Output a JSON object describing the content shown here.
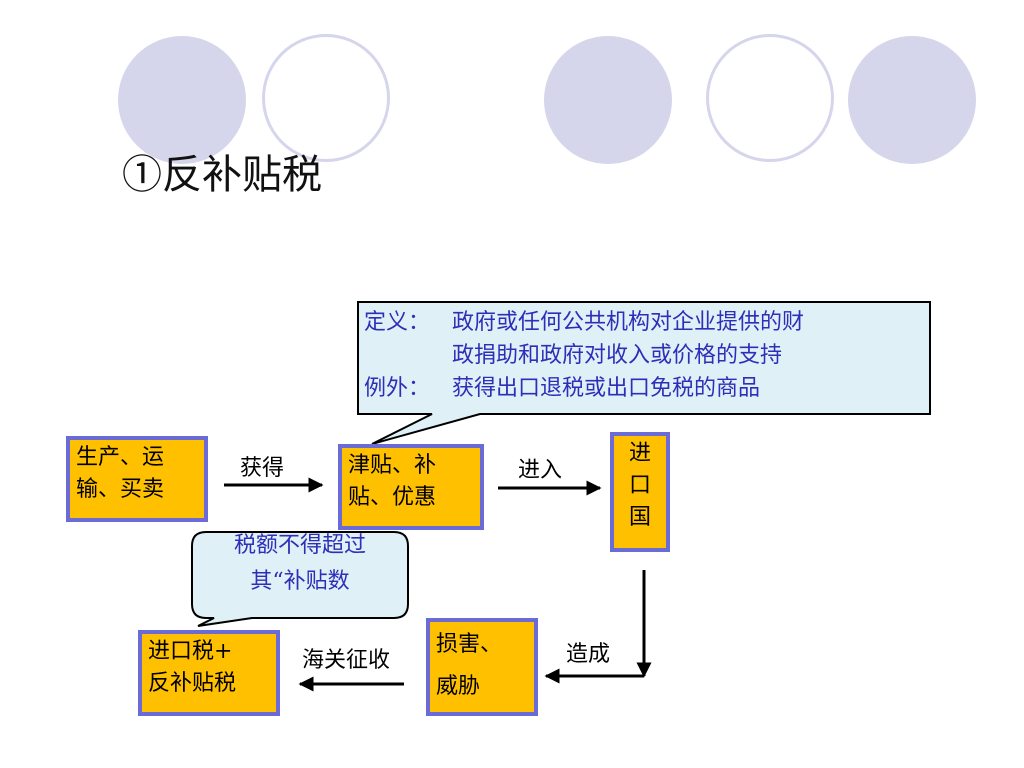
{
  "title": "①反补贴税",
  "decorations": [
    "filled-circle",
    "ring-circle",
    "filled-circle",
    "ring-circle",
    "filled-circle"
  ],
  "nodes": {
    "production": {
      "line1": "生产、运",
      "line2": "输、买卖"
    },
    "subsidy": {
      "line1": "津贴、补",
      "line2": "贴、优惠"
    },
    "importing_country": {
      "line1": "进",
      "line2": "口",
      "line3": "国"
    },
    "damage": {
      "line1": "损害、",
      "line2": "威胁"
    },
    "duty": {
      "line1": "进口税+",
      "line2": "反补贴税"
    }
  },
  "edges": {
    "obtain": "获得",
    "enter": "进入",
    "cause": "造成",
    "customs": "海关征收"
  },
  "callouts": {
    "definition": {
      "label1": "定义：",
      "line1": "政府或任何公共机构对企业提供的财",
      "line2": "政捐助和政府对收入或价格的支持",
      "label2": "例外：",
      "line3": "获得出口退税或出口免税的商品"
    },
    "limit": {
      "line1": "税额不得超过",
      "line2": "其“补贴数"
    }
  },
  "colors": {
    "box_fill": "#ffc000",
    "box_border": "#6b6bd8",
    "callout_fill": "#dff0f6",
    "callout_text": "#2e2eb8",
    "decor_circle": "#d5d5ec"
  }
}
